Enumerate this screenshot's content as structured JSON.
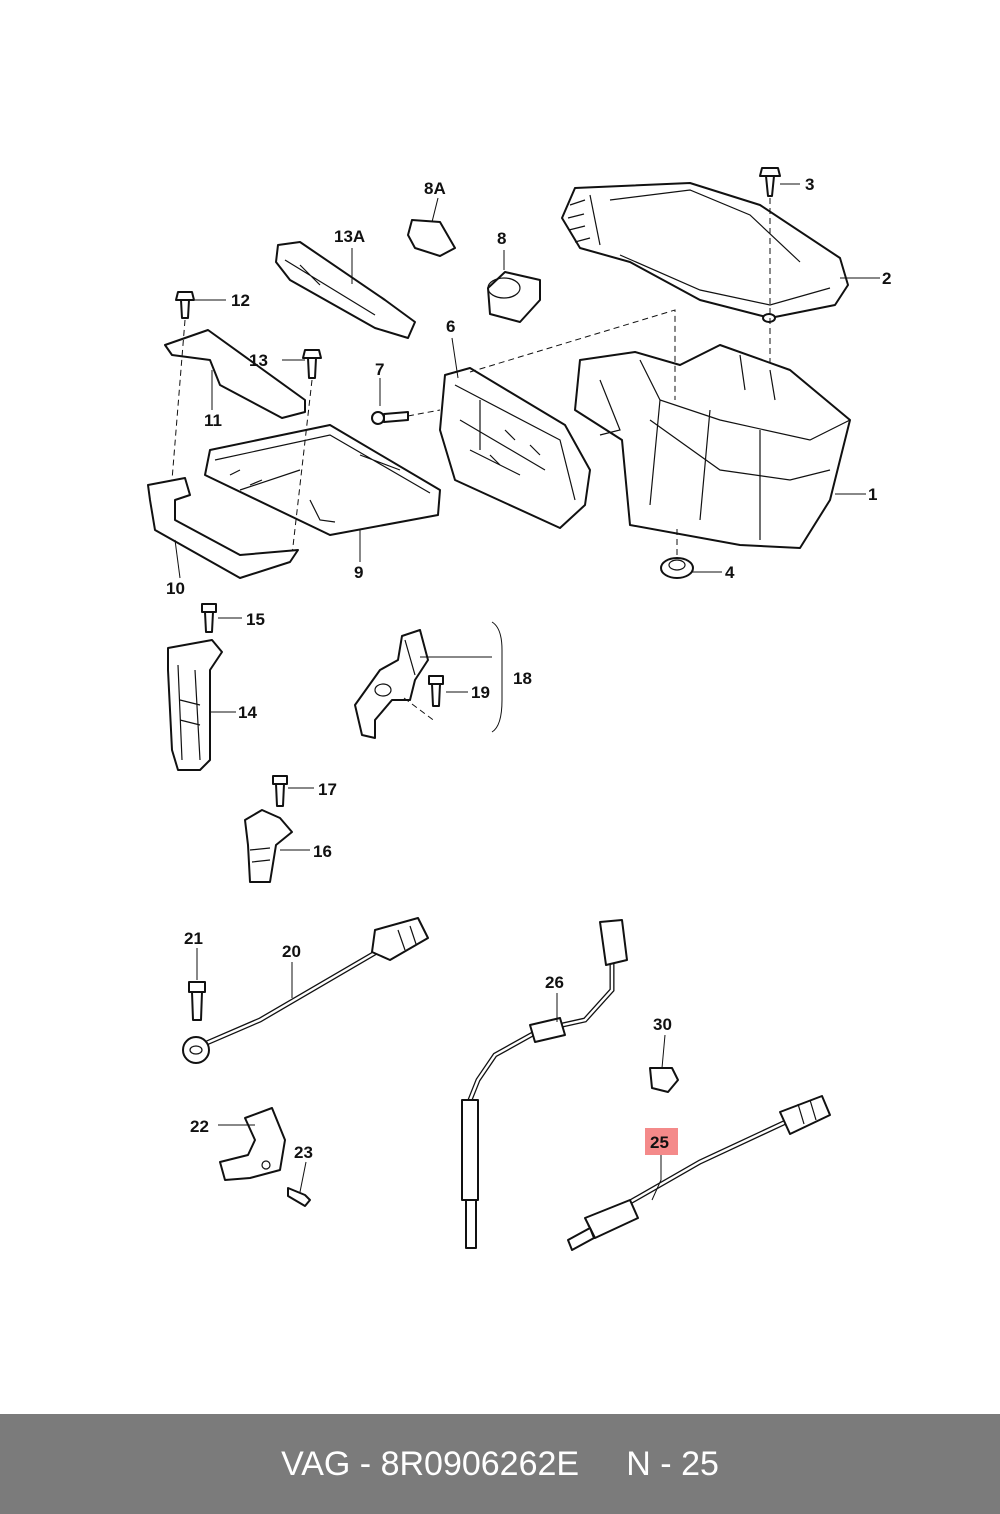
{
  "labels": {
    "l1": "1",
    "l2": "2",
    "l3": "3",
    "l4": "4",
    "l6": "6",
    "l7": "7",
    "l8": "8",
    "l8a": "8A",
    "l9": "9",
    "l10": "10",
    "l11": "11",
    "l12": "12",
    "l13": "13",
    "l13a": "13A",
    "l14": "14",
    "l15": "15",
    "l16": "16",
    "l17": "17",
    "l18": "18",
    "l19": "19",
    "l20": "20",
    "l21": "21",
    "l22": "22",
    "l23": "23",
    "l25": "25",
    "l26": "26",
    "l30": "30"
  },
  "highlight": {
    "label": "25",
    "color": "#f48a8a"
  },
  "footer": {
    "text": "VAG - 8R0906262E     N - 25",
    "background": "#7b7b7b"
  }
}
